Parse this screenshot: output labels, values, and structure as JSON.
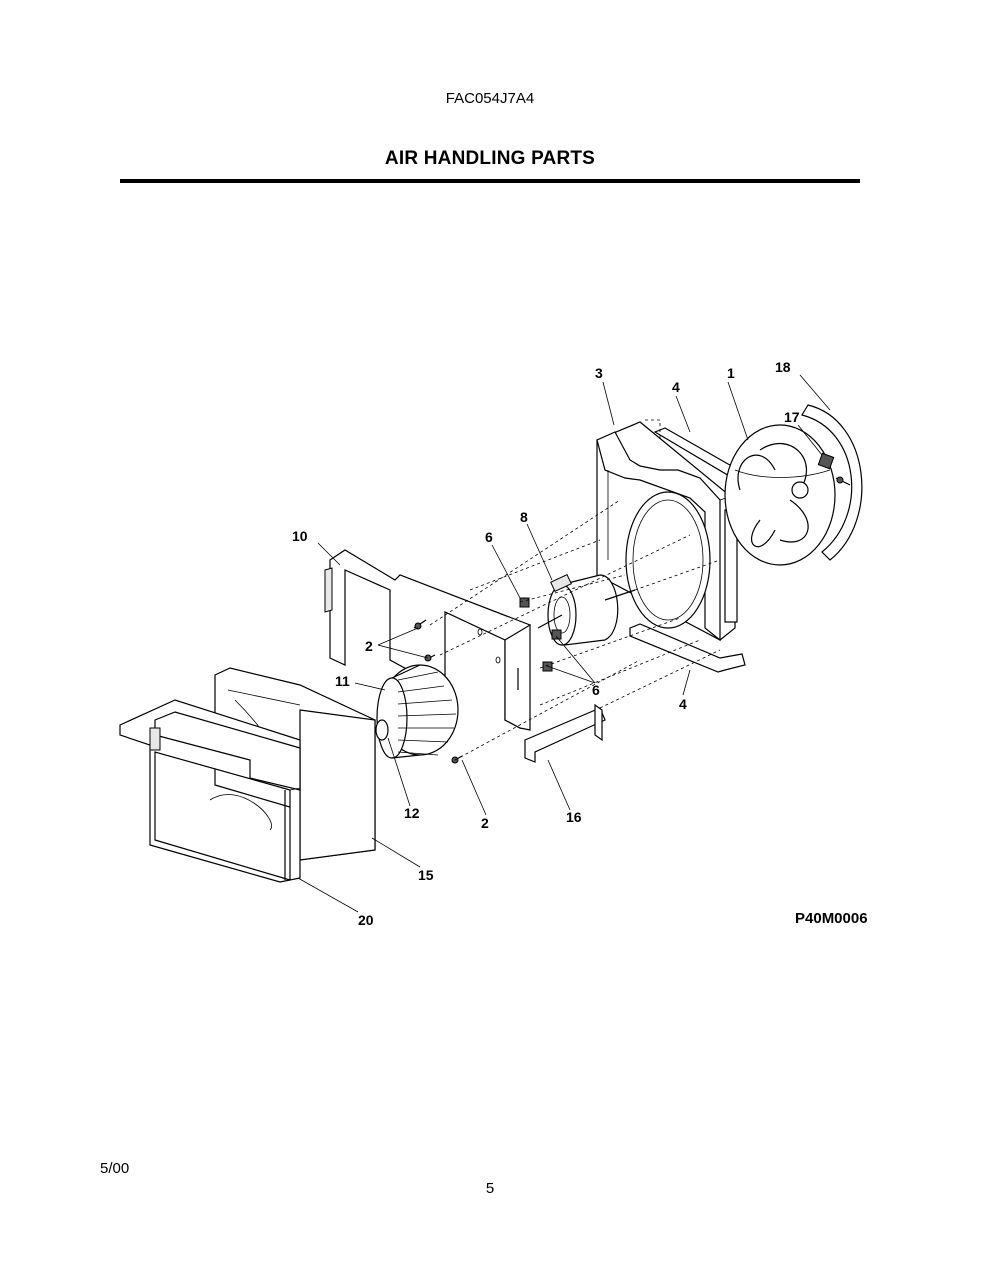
{
  "header": {
    "model": "FAC054J7A4",
    "title": "AIR HANDLING PARTS"
  },
  "diagram": {
    "callouts": [
      "1",
      "2",
      "2",
      "2",
      "3",
      "4",
      "4",
      "6",
      "6",
      "8",
      "10",
      "11",
      "12",
      "15",
      "16",
      "17",
      "18",
      "20"
    ],
    "drawing_code": "P40M0006"
  },
  "footer": {
    "date": "5/00",
    "page": "5"
  }
}
